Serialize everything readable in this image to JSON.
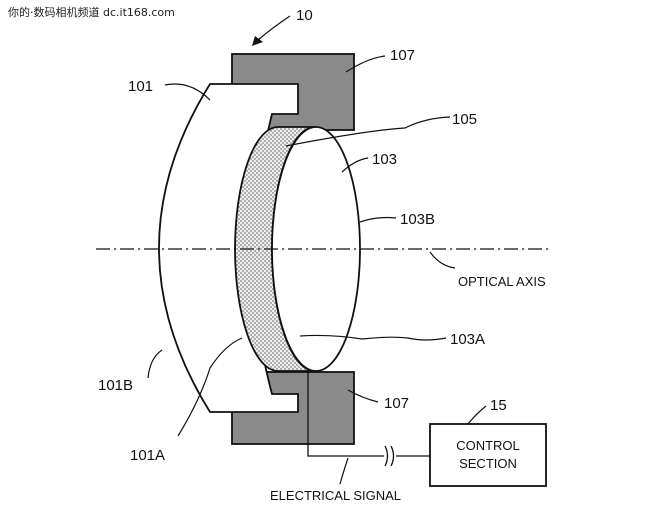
{
  "watermark": "你的·数码相机频道 dc.it168.com",
  "labels": {
    "assembly": "10",
    "lens_front": "101",
    "lens_front_b": "101B",
    "lens_front_a": "101A",
    "piezo_layer": "105",
    "lens_rear": "103",
    "lens_rear_b": "103B",
    "lens_rear_a": "103A",
    "holder_top": "107",
    "holder_bottom": "107",
    "control_number": "15",
    "control_line1": "CONTROL",
    "control_line2": "SECTION",
    "optical_axis": "OPTICAL AXIS",
    "electrical_signal": "ELECTRICAL SIGNAL"
  },
  "colors": {
    "line": "#111111",
    "holder_fill": "#8a8a8a",
    "layer_fill": "#dcdcdc",
    "background": "#ffffff"
  }
}
